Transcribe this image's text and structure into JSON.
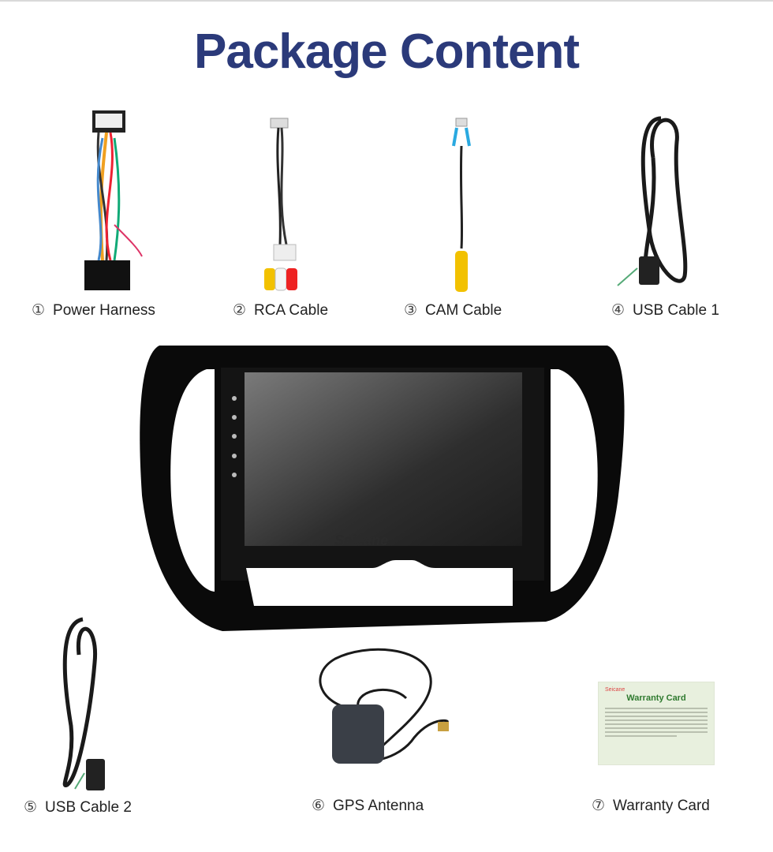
{
  "title": "Package Content",
  "items": [
    {
      "num": "①",
      "label": "Power Harness"
    },
    {
      "num": "②",
      "label": "RCA Cable"
    },
    {
      "num": "③",
      "label": "CAM Cable"
    },
    {
      "num": "④",
      "label": "USB Cable 1"
    },
    {
      "num": "⑤",
      "label": "USB Cable 2"
    },
    {
      "num": "⑥",
      "label": "GPS Antenna"
    },
    {
      "num": "⑦",
      "label": "Warranty Card"
    }
  ],
  "radio_brand": "Seicane",
  "warranty_card": {
    "brand": "Seicane",
    "title": "Warranty Card"
  },
  "colors": {
    "title": "#2b3a7a",
    "card_bg": "#e8f0de",
    "card_title": "#2f7a2f"
  }
}
